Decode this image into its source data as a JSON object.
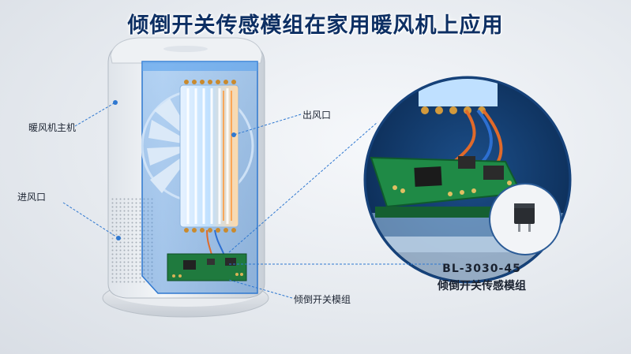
{
  "title": "倾倒开关传感模组在家用暖风机上应用",
  "labels": {
    "heater_body": "暖风机主机",
    "air_inlet": "进风口",
    "air_outlet": "出风口",
    "tilt_module": "倾倒开关模组"
  },
  "product": {
    "model": "BL-3030-45",
    "name": "倾倒开关传感模组"
  }
}
